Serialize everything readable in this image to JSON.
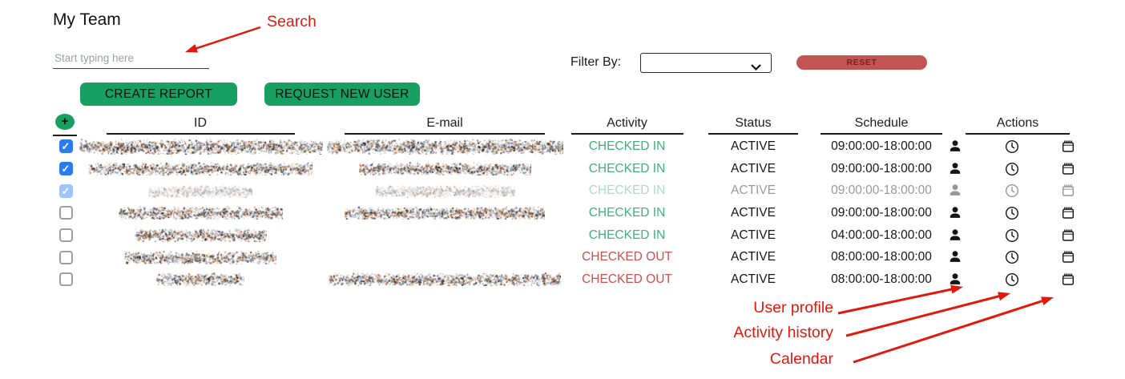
{
  "page": {
    "title": "My Team"
  },
  "search": {
    "placeholder": "Start typing here",
    "value": ""
  },
  "toolbar": {
    "create_report_label": "CREATE REPORT",
    "request_new_user_label": "REQUEST NEW USER"
  },
  "filter": {
    "label": "Filter By:",
    "selected_value": "",
    "reset_label": "RESET"
  },
  "table": {
    "columns": {
      "select": "plus-icon",
      "id": "ID",
      "email": "E-mail",
      "activity": "Activity",
      "status": "Status",
      "schedule": "Schedule",
      "actions": "Actions"
    },
    "action_icons": [
      "user-profile-icon",
      "activity-history-icon",
      "calendar-icon"
    ],
    "rows": [
      {
        "selected": true,
        "disabled": false,
        "id_redacted": true,
        "email_redacted": true,
        "id_width": 305,
        "email_width": 295,
        "activity": "CHECKED IN",
        "status": "ACTIVE",
        "schedule": "09:00:00-18:00:00"
      },
      {
        "selected": true,
        "disabled": false,
        "id_redacted": true,
        "email_redacted": true,
        "id_width": 280,
        "email_width": 215,
        "activity": "CHECKED IN",
        "status": "ACTIVE",
        "schedule": "09:00:00-18:00:00"
      },
      {
        "selected": true,
        "disabled": true,
        "id_redacted": true,
        "email_redacted": true,
        "id_width": 130,
        "email_width": 175,
        "activity": "CHECKED IN",
        "status": "ACTIVE",
        "schedule": "09:00:00-18:00:00"
      },
      {
        "selected": false,
        "disabled": false,
        "id_redacted": true,
        "email_redacted": true,
        "id_width": 205,
        "email_width": 250,
        "activity": "CHECKED IN",
        "status": "ACTIVE",
        "schedule": "09:00:00-18:00:00"
      },
      {
        "selected": false,
        "disabled": false,
        "id_redacted": true,
        "email_redacted": false,
        "id_width": 165,
        "email_width": 0,
        "activity": "CHECKED IN",
        "status": "ACTIVE",
        "schedule": "04:00:00-18:00:00"
      },
      {
        "selected": false,
        "disabled": false,
        "id_redacted": true,
        "email_redacted": false,
        "id_width": 190,
        "email_width": 0,
        "activity": "CHECKED OUT",
        "status": "ACTIVE",
        "schedule": "08:00:00-18:00:00"
      },
      {
        "selected": false,
        "disabled": false,
        "id_redacted": true,
        "email_redacted": true,
        "id_width": 110,
        "email_width": 290,
        "activity": "CHECKED OUT",
        "status": "ACTIVE",
        "schedule": "08:00:00-18:00:00"
      }
    ]
  },
  "annotations": {
    "search": "Search",
    "user_profile": "User profile",
    "activity_history": "Activity history",
    "calendar": "Calendar"
  },
  "colors": {
    "button_green": "#17A061",
    "checked_in_green": "#43AE7C",
    "checked_out_red": "#C4524E",
    "reset_button_bg": "#C25551",
    "reset_button_text": "#7E1D1D",
    "checkbox_blue": "#2B7BF3",
    "annotation_red": "#E3180D"
  }
}
